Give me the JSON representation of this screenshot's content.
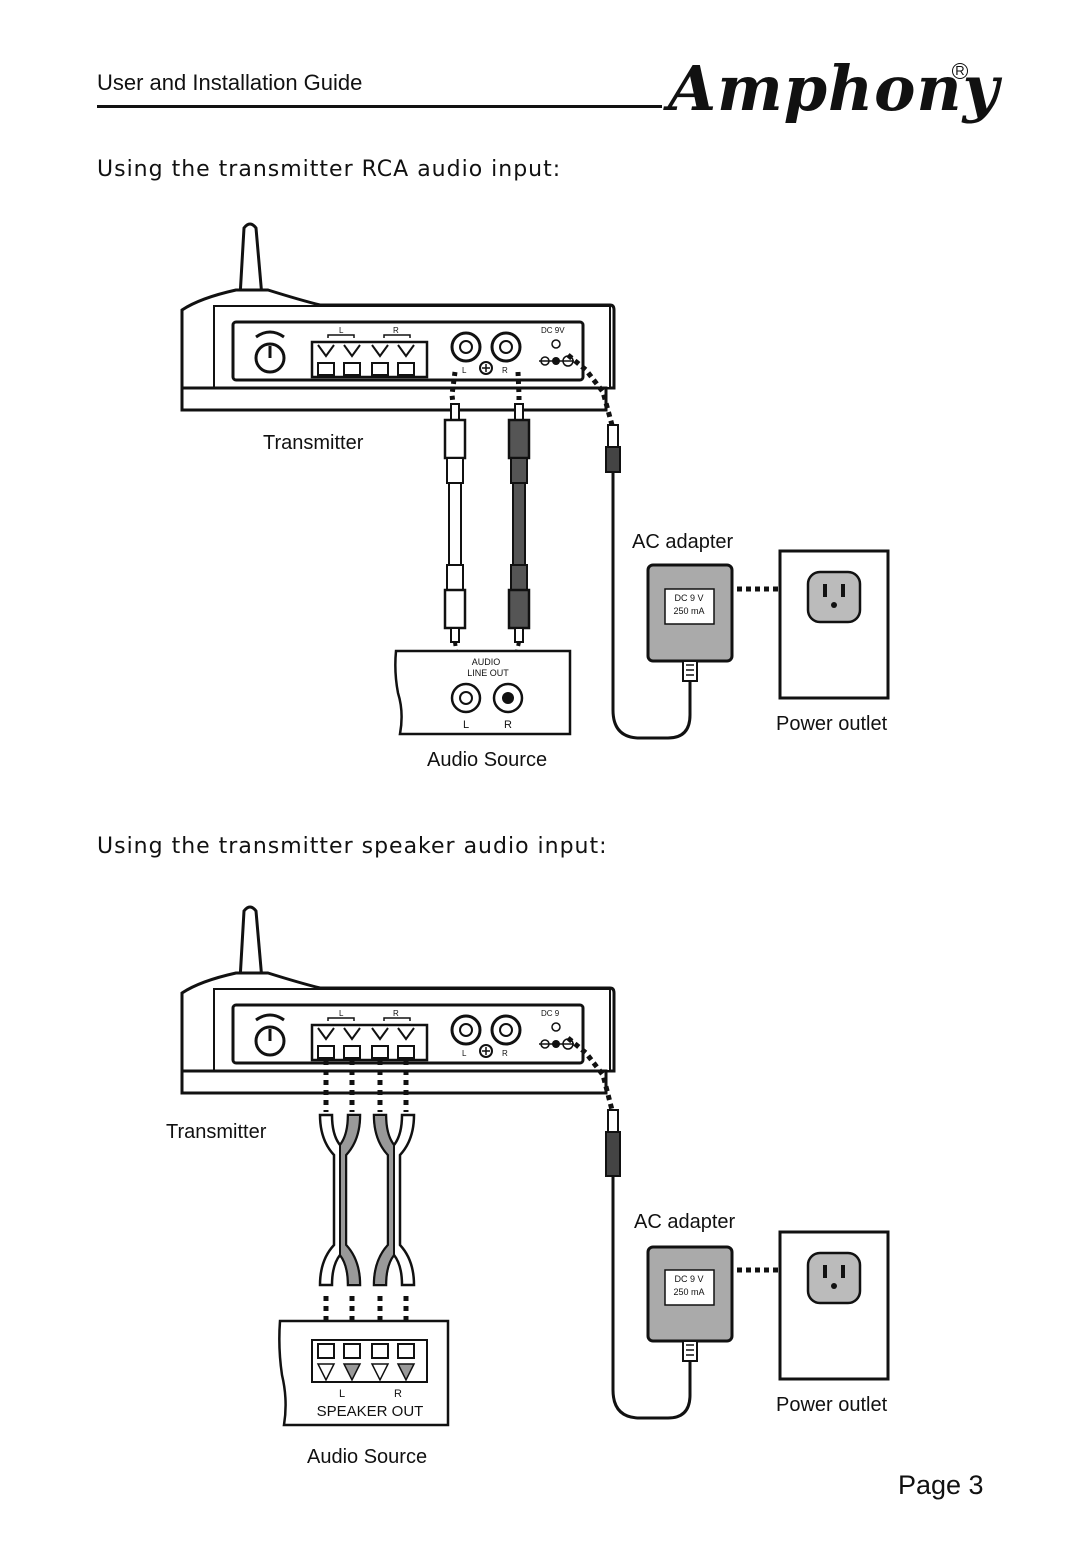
{
  "header": {
    "guide_title": "User and Installation Guide",
    "brand": "Amphony"
  },
  "section_rca": {
    "title": "Using the transmitter RCA audio input:",
    "labels": {
      "transmitter": "Transmitter",
      "ac_adapter": "AC adapter",
      "power_outlet": "Power outlet",
      "audio_source": "Audio Source",
      "panel_left": "L",
      "panel_right": "R",
      "panel_dc": "DC 9V",
      "adapter_rating_1": "DC 9 V",
      "adapter_rating_2": "250 mA",
      "source_jack_1": "AUDIO",
      "source_jack_2": "LINE OUT"
    }
  },
  "section_speaker": {
    "title": "Using the transmitter speaker audio input:",
    "labels": {
      "transmitter": "Transmitter",
      "ac_adapter": "AC adapter",
      "power_outlet": "Power outlet",
      "audio_source": "Audio Source",
      "panel_left": "L",
      "panel_right": "R",
      "panel_dc": "DC 9",
      "adapter_rating_1": "DC 9 V",
      "adapter_rating_2": "250 mA",
      "speaker_out": "SPEAKER OUT"
    }
  },
  "footer": {
    "page": "Page 3"
  }
}
